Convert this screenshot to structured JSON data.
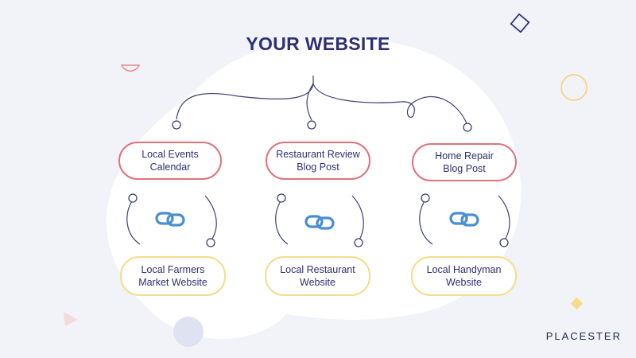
{
  "title": "YOUR WEBSITE",
  "content_pages": [
    {
      "label": "Local Events\nCalendar"
    },
    {
      "label": "Restaurant Review\nBlog Post"
    },
    {
      "label": "Home Repair\nBlog Post"
    }
  ],
  "linking_sites": [
    {
      "label": "Local Farmers\nMarket Website"
    },
    {
      "label": "Local Restaurant\nWebsite"
    },
    {
      "label": "Local Handyman\nWebsite"
    }
  ],
  "link_icon": "chain-link-icon",
  "brand": "PLACESTER",
  "colors": {
    "title": "#2e2f74",
    "content_border": "#e0727c",
    "site_border": "#f5dd8a",
    "link_icon": "#4a8fd2",
    "connector": "#3d3f7a",
    "background": "#f1f3f8"
  }
}
